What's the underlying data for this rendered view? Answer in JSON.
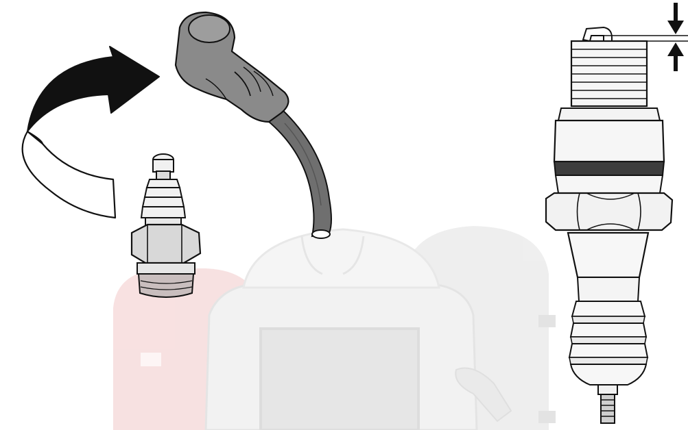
{
  "diagram": {
    "kind": "spark-plug-service-illustration",
    "colors": {
      "background": "#ffffff",
      "line": "#111111",
      "arrow_fill": "#111111",
      "cap_fill": "#8a8a8a",
      "wire_fill": "#6f6f6f",
      "plug_body": "#f4f4f4",
      "thread_band": "#c7bfbf",
      "watermark_red": "#f7dede",
      "watermark_grey": "#ececec"
    },
    "parts": [
      {
        "id": "rotation-arrow",
        "icon": "curved-arrow-icon"
      },
      {
        "id": "spark-plug-cap",
        "icon": "plug-cap-icon"
      },
      {
        "id": "ignition-wire",
        "icon": "wire-icon"
      },
      {
        "id": "small-spark-plug",
        "icon": "spark-plug-icon"
      },
      {
        "id": "large-spark-plug",
        "icon": "spark-plug-icon"
      },
      {
        "id": "electrode-gap-indicator",
        "icon": "gap-measure-icon"
      }
    ]
  }
}
